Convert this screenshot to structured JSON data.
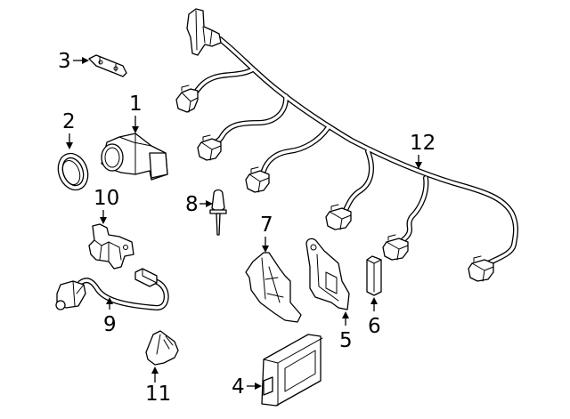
{
  "diagram": {
    "type": "exploded-parts-diagram",
    "callouts": [
      {
        "id": "1",
        "label": "1",
        "part": "parking-sensor"
      },
      {
        "id": "2",
        "label": "2",
        "part": "sensor-seal-ring"
      },
      {
        "id": "3",
        "label": "3",
        "part": "sensor-bracket-clip"
      },
      {
        "id": "4",
        "label": "4",
        "part": "control-module"
      },
      {
        "id": "5",
        "label": "5",
        "part": "module-bracket"
      },
      {
        "id": "6",
        "label": "6",
        "part": "retainer-clip"
      },
      {
        "id": "7",
        "label": "7",
        "part": "mounting-bracket"
      },
      {
        "id": "8",
        "label": "8",
        "part": "temperature-sensor"
      },
      {
        "id": "9",
        "label": "9",
        "part": "camera-with-cable"
      },
      {
        "id": "10",
        "label": "10",
        "part": "camera-bracket"
      },
      {
        "id": "11",
        "label": "11",
        "part": "camera-cover"
      },
      {
        "id": "12",
        "label": "12",
        "part": "wiring-harness"
      }
    ]
  }
}
